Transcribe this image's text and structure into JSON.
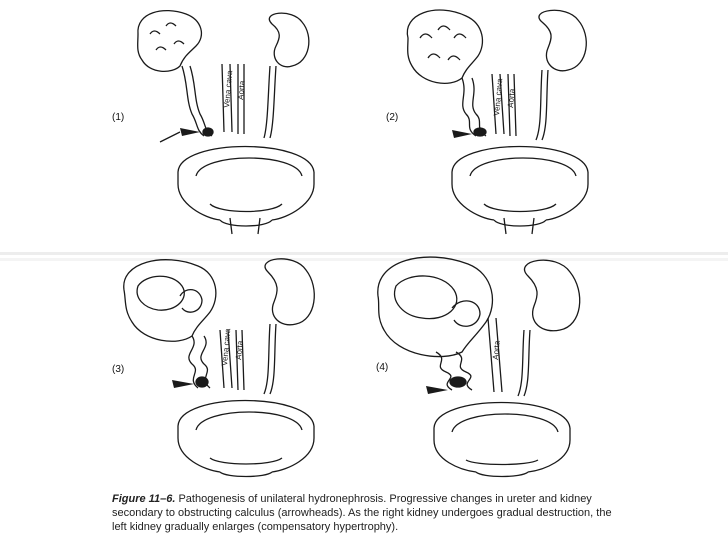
{
  "panels": [
    {
      "label": "(1)",
      "stage": 1
    },
    {
      "label": "(2)",
      "stage": 2
    },
    {
      "label": "(3)",
      "stage": 3
    },
    {
      "label": "(4)",
      "stage": 4
    }
  ],
  "vessels": {
    "vena_cava": "Vena cava",
    "aorta": "Aorta"
  },
  "caption": {
    "figure_label": "Figure 11–6.",
    "text": " Pathogenesis of unilateral hydronephrosis. Progressive changes in ureter and kidney secondary to obstructing calculus (arrowheads). As the right kidney undergoes gradual destruction, the left kidney gradually enlarges (compensatory hypertrophy)."
  },
  "colors": {
    "ink": "#1a1a1a",
    "band": "#ededed"
  }
}
